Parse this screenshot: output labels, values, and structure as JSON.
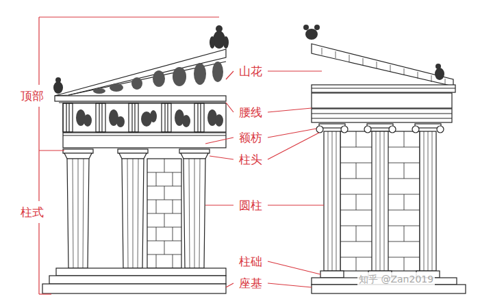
{
  "diagram": {
    "labels": [
      "顶部",
      "柱式",
      "山花",
      "腰线",
      "额枋",
      "柱头",
      "圆柱",
      "柱础",
      "座基",
      "知乎 @Zan2019"
    ]
  }
}
